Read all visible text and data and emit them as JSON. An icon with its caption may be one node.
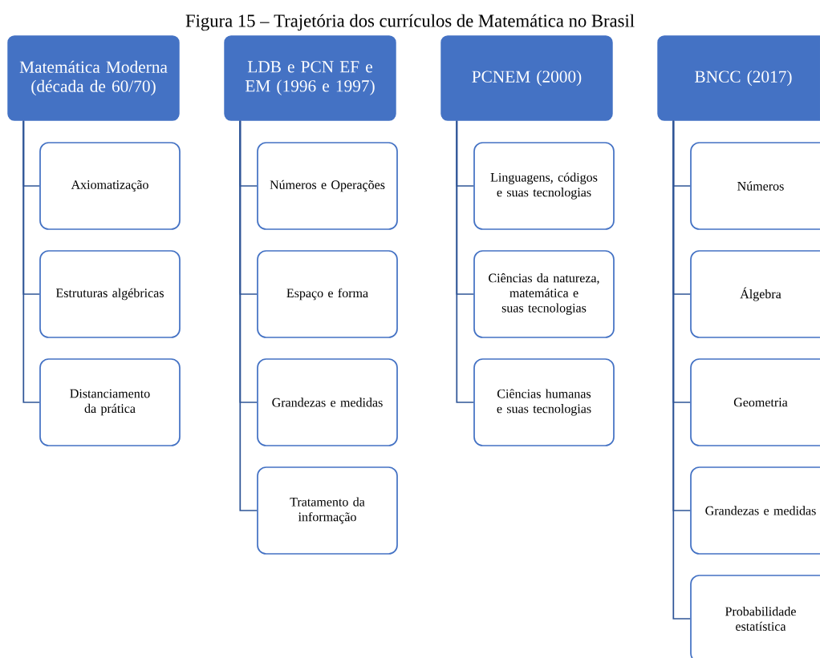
{
  "diagram": {
    "title": "Figura 15 – Trajetória dos currículos de Matemática no Brasil",
    "nodes": [
      {
        "text": [
          "Matemática Moderna (década de 60/70)"
        ]
      },
      {
        "text": [
          "Axiomatização"
        ]
      },
      {
        "text": [
          "Estruturas algébricas"
        ]
      },
      {
        "text": [
          "Distanciamento da prática"
        ]
      },
      {
        "text": [
          "LDB e PCN EF e EM (1996 e 1997)"
        ]
      },
      {
        "text": [
          "Números e Operações"
        ]
      },
      {
        "text": [
          "Espaço e forma"
        ]
      },
      {
        "text": [
          "Grandezas e medidas"
        ]
      },
      {
        "text": [
          "Tratamento da informação"
        ]
      },
      {
        "text": [
          "PCNEM (2000)"
        ]
      },
      {
        "text": [
          "Linguagens, códigos e suas tecnologias"
        ]
      },
      {
        "text": [
          "Ciências da natureza, matemática e suas tecnologias"
        ]
      },
      {
        "text": [
          "Ciências humanas e suas tecnologias"
        ]
      },
      {
        "text": [
          "BNCC (2017)"
        ]
      },
      {
        "text": [
          "Números"
        ]
      },
      {
        "text": [
          "Álgebra"
        ]
      },
      {
        "text": [
          "Geometria"
        ]
      },
      {
        "text": [
          "Grandezas e medidas"
        ]
      },
      {
        "text": [
          "Probabilidade estatística"
        ]
      }
    ],
    "edges": [
      {
        "from": 0,
        "to": 1,
        "arrow": "none"
      },
      {
        "from": 0,
        "to": 2,
        "arrow": "none"
      },
      {
        "from": 0,
        "to": 3,
        "arrow": "none"
      },
      {
        "from": 4,
        "to": 5,
        "arrow": "none"
      },
      {
        "from": 4,
        "to": 6,
        "arrow": "none"
      },
      {
        "from": 4,
        "to": 7,
        "arrow": "none"
      },
      {
        "from": 4,
        "to": 8,
        "arrow": "none"
      },
      {
        "from": 9,
        "to": 10,
        "arrow": "none"
      },
      {
        "from": 9,
        "to": 11,
        "arrow": "none"
      },
      {
        "from": 9,
        "to": 12,
        "arrow": "none"
      },
      {
        "from": 13,
        "to": 14,
        "arrow": "none"
      },
      {
        "from": 13,
        "to": 15,
        "arrow": "none"
      },
      {
        "from": 13,
        "to": 16,
        "arrow": "none"
      },
      {
        "from": 13,
        "to": 17,
        "arrow": "none"
      },
      {
        "from": 13,
        "to": 18,
        "arrow": "none"
      }
    ]
  }
}
